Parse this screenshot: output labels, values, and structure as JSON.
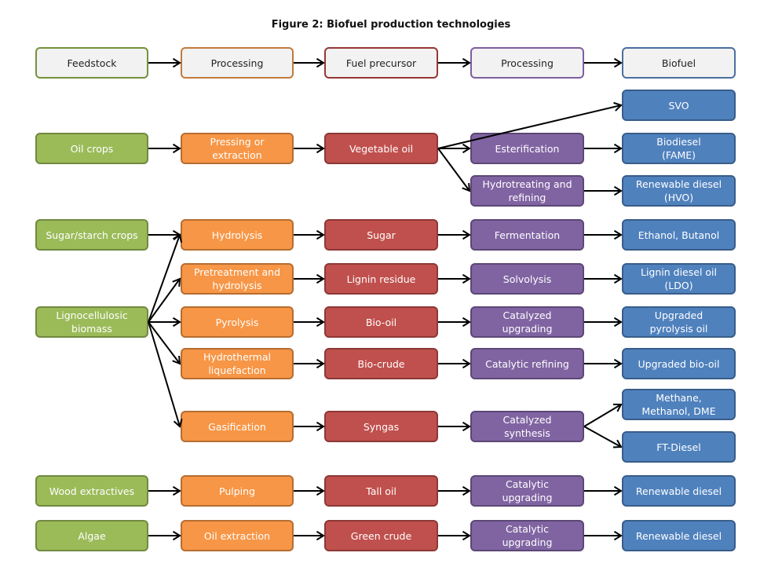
{
  "title": "Figure 2: Biofuel production technologies",
  "colors": {
    "feedstock": "#9bbb59",
    "processing1": "#f79646",
    "precursor": "#c0504d",
    "processing2": "#8064a2",
    "biofuel": "#4f81bd",
    "header_fill": "#f2f2f2"
  },
  "header": [
    "Feedstock",
    "Processing",
    "Fuel precursor",
    "Processing",
    "Biofuel"
  ],
  "nodes": {
    "oil_crops": "Oil crops",
    "pressing": "Pressing or\nextraction",
    "veg_oil": "Vegetable oil",
    "esterification": "Esterification",
    "hydrotreating": "Hydrotreating and\nrefining",
    "svo": "SVO",
    "biodiesel": "Biodiesel\n(FAME)",
    "hvo": "Renewable diesel\n(HVO)",
    "sugar_crops": "Sugar/starch crops",
    "hydrolysis": "Hydrolysis",
    "sugar": "Sugar",
    "fermentation": "Fermentation",
    "ethanol": "Ethanol, Butanol",
    "pretreatment": "Pretreatment and\nhydrolysis",
    "lignin_residue": "Lignin residue",
    "solvolysis": "Solvolysis",
    "ldo": "Lignin diesel oil\n(LDO)",
    "lignocellulosic": "Lignocellulosic\nbiomass",
    "pyrolysis": "Pyrolysis",
    "bio_oil": "Bio-oil",
    "catalyzed_upgrading": "Catalyzed\nupgrading",
    "upgraded_pyrolysis": "Upgraded\npyrolysis oil",
    "htl": "Hydrothermal\nliquefaction",
    "bio_crude": "Bio-crude",
    "catalytic_refining": "Catalytic refining",
    "upgraded_bio_oil": "Upgraded  bio-oil",
    "gasification": "Gasification",
    "syngas": "Syngas",
    "catalyzed_synthesis": "Catalyzed\nsynthesis",
    "methane": "Methane,\nMethanol, DME",
    "ft_diesel": "FT-Diesel",
    "wood_extractives": "Wood extractives",
    "pulping": "Pulping",
    "tall_oil": "Tall oil",
    "catalytic_upgrading_1": "Catalytic\nupgrading",
    "renewable_diesel_1": "Renewable diesel",
    "algae": "Algae",
    "oil_extraction": "Oil extraction",
    "green_crude": "Green crude",
    "catalytic_upgrading_2": "Catalytic\nupgrading",
    "renewable_diesel_2": "Renewable diesel"
  }
}
